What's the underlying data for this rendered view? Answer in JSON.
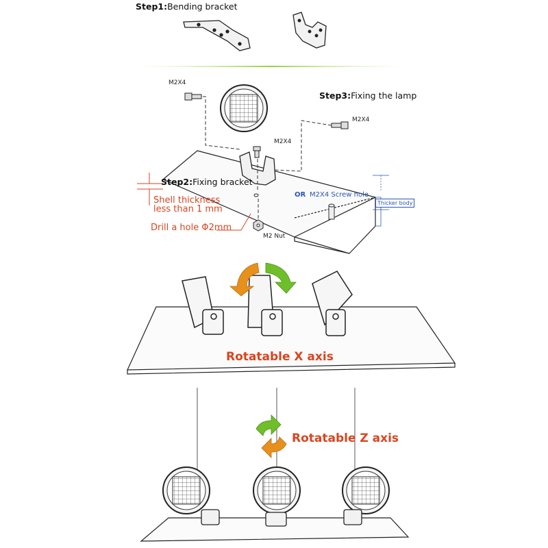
{
  "step1": {
    "prefix": "Step1:",
    "text": "Bending bracket"
  },
  "step2": {
    "prefix": "Step2:",
    "text": "Fixing bracket"
  },
  "step3": {
    "prefix": "Step3:",
    "text": "Fixing the lamp"
  },
  "screws": {
    "left": "M2X4",
    "right": "M2X4",
    "center": "M2X4"
  },
  "nut": "M2 Nut",
  "shell_note": {
    "line1": "Shell thickness",
    "line2": "less than 1 mm"
  },
  "drill_note": "Drill a hole Φ2mm",
  "or_label": "OR",
  "screw_hole": "M2X4 Screw hole",
  "thicker_body": "Thicker body",
  "x_axis": "Rotatable X axis",
  "z_axis": "Rotatable Z axis",
  "colors": {
    "accent_red": "#d9451f",
    "accent_blue": "#2a55b8",
    "arrow_green": "#6fbf2a",
    "arrow_orange": "#e8901c",
    "line": "#222222"
  }
}
